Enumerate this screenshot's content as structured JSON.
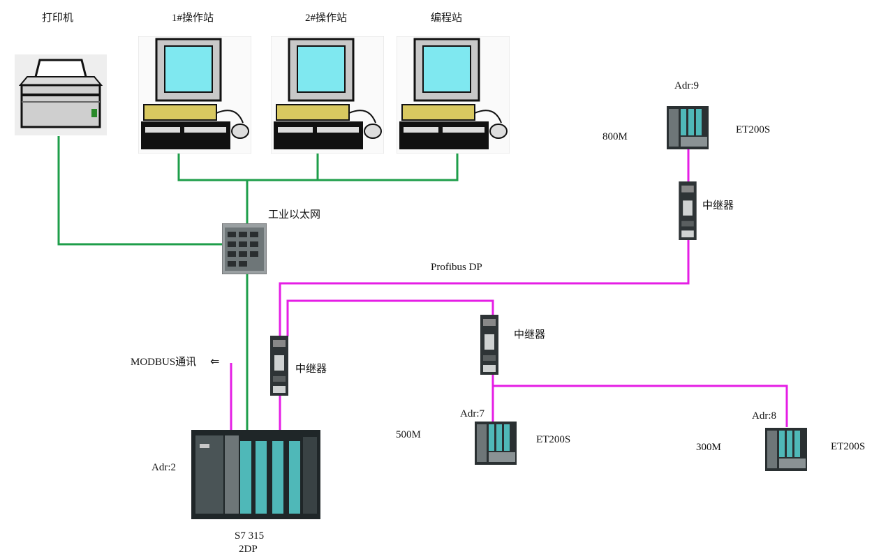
{
  "labels": {
    "printer": "打印机",
    "station1": "1#操作站",
    "station2": "2#操作站",
    "programming": "编程站",
    "ethernet": "工业以太网",
    "profibus": "Profibus DP",
    "modbus": "MODBUS通讯",
    "arrow": "⇐",
    "repeater_a": "中继器",
    "repeater_b": "中继器",
    "repeater_c": "中继器",
    "adr2": "Adr:2",
    "plc_line1": "S7 315",
    "plc_line2": "2DP",
    "adr7": "Adr:7",
    "adr8": "Adr:8",
    "adr9": "Adr:9",
    "et200s_7": "ET200S",
    "et200s_8": "ET200S",
    "et200s_9": "ET200S",
    "dist_500": "500M",
    "dist_300": "300M",
    "dist_800": "800M"
  },
  "colors": {
    "ethernet_line": "#1e9e4a",
    "profibus_line": "#e51ee5",
    "screen": "#7fe8f0",
    "monitor_body": "#c8c8c8",
    "switch_box": "#d8c860",
    "module_teal": "#4fb8b8"
  },
  "icons": {
    "printer": "printer-icon",
    "workstation": "workstation-icon",
    "switch": "ethernet-switch-icon",
    "repeater": "repeater-icon",
    "plc": "plc-icon",
    "et200s": "et200s-icon"
  }
}
